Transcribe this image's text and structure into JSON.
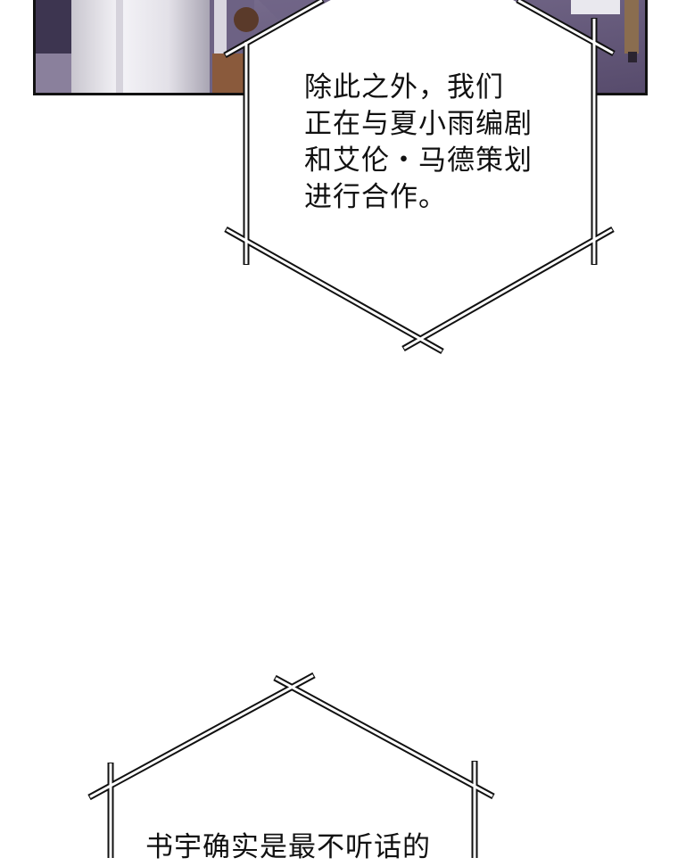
{
  "panel": {
    "scene": "hallway-scene"
  },
  "speech_top": {
    "lines": [
      "除此之外，我们",
      "正在与夏小雨编剧",
      "和艾伦・马德策划",
      "进行合作。"
    ]
  },
  "speech_bottom": {
    "lines": [
      "书宇确实是最不听话的"
    ]
  },
  "colors": {
    "background": "#ffffff",
    "outline": "#111111",
    "panel_floor": "#6b5f82"
  }
}
